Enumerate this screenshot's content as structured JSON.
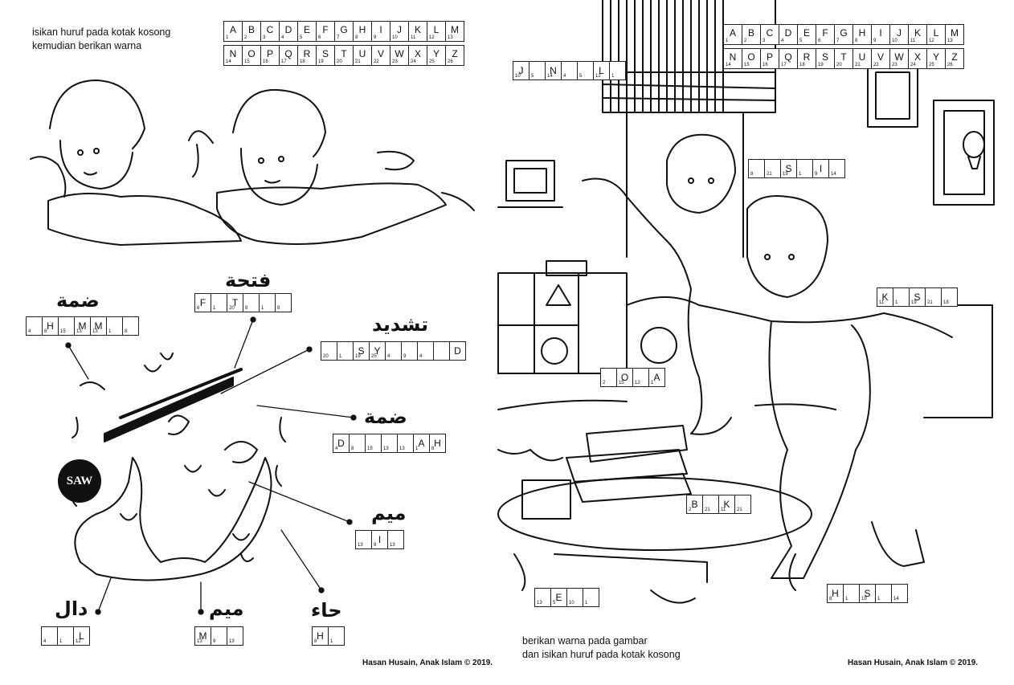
{
  "left": {
    "instruction": {
      "line1": "isikan huruf pada kotak kosong",
      "line2": "kemudian berikan warna"
    },
    "saw_badge": "SAW",
    "credit": "Hasan Husain, Anak Islam © 2019.",
    "labels": {
      "dammah_top": "ضمة",
      "fathah": "فتحة",
      "tasydid": "تشديد",
      "dammah_mid": "ضمة",
      "mim_right": "ميم",
      "dal": "دال",
      "mim_bottom": "ميم",
      "ha": "حاء"
    }
  },
  "right": {
    "instruction": {
      "line1": "berikan warna pada gambar",
      "line2": "dan isikan huruf pada kotak kosong"
    },
    "credit": "Hasan Husain, Anak Islam © 2019."
  },
  "key": {
    "row1": [
      {
        "l": "A",
        "n": "1"
      },
      {
        "l": "B",
        "n": "2"
      },
      {
        "l": "C",
        "n": "3"
      },
      {
        "l": "D",
        "n": "4"
      },
      {
        "l": "E",
        "n": "5"
      },
      {
        "l": "F",
        "n": "6"
      },
      {
        "l": "G",
        "n": "7"
      },
      {
        "l": "H",
        "n": "8"
      },
      {
        "l": "I",
        "n": "9"
      },
      {
        "l": "J",
        "n": "10"
      },
      {
        "l": "K",
        "n": "11"
      },
      {
        "l": "L",
        "n": "12"
      },
      {
        "l": "M",
        "n": "13"
      }
    ],
    "row2": [
      {
        "l": "N",
        "n": "14"
      },
      {
        "l": "O",
        "n": "15"
      },
      {
        "l": "P",
        "n": "16"
      },
      {
        "l": "Q",
        "n": "17"
      },
      {
        "l": "R",
        "n": "18"
      },
      {
        "l": "S",
        "n": "19"
      },
      {
        "l": "T",
        "n": "20"
      },
      {
        "l": "U",
        "n": "21"
      },
      {
        "l": "V",
        "n": "22"
      },
      {
        "l": "W",
        "n": "23"
      },
      {
        "l": "X",
        "n": "24"
      },
      {
        "l": "Y",
        "n": "25"
      },
      {
        "l": "Z",
        "n": "26"
      }
    ]
  },
  "puzzles": {
    "dammah_top": [
      {
        "l": "",
        "n": "4"
      },
      {
        "l": "H",
        "n": "8"
      },
      {
        "l": "",
        "n": "15"
      },
      {
        "l": "M",
        "n": "13"
      },
      {
        "l": "M",
        "n": "13"
      },
      {
        "l": "",
        "n": "1"
      },
      {
        "l": "",
        "n": "8"
      }
    ],
    "fathah": [
      {
        "l": "F",
        "n": "6"
      },
      {
        "l": "",
        "n": "1"
      },
      {
        "l": "T",
        "n": "20"
      },
      {
        "l": "",
        "n": "8"
      },
      {
        "l": "",
        "n": "1"
      },
      {
        "l": "",
        "n": "8"
      }
    ],
    "tasydid": [
      {
        "l": "",
        "n": "20"
      },
      {
        "l": "",
        "n": "1"
      },
      {
        "l": "S",
        "n": "19"
      },
      {
        "l": "Y",
        "n": "25"
      },
      {
        "l": "",
        "n": "4"
      },
      {
        "l": "",
        "n": "9"
      },
      {
        "l": "",
        "n": "4"
      },
      {
        "l": "",
        "n": ""
      },
      {
        "l": "D",
        "n": ""
      }
    ],
    "dammah_mid": [
      {
        "l": "D",
        "n": "4"
      },
      {
        "l": "",
        "n": "8"
      },
      {
        "l": "",
        "n": "15"
      },
      {
        "l": "",
        "n": "13"
      },
      {
        "l": "",
        "n": "13"
      },
      {
        "l": "A",
        "n": "1"
      },
      {
        "l": "H",
        "n": "8"
      }
    ],
    "mim_right": [
      {
        "l": "",
        "n": "13"
      },
      {
        "l": "I",
        "n": "9"
      },
      {
        "l": "",
        "n": "13"
      }
    ],
    "dal": [
      {
        "l": "",
        "n": "4"
      },
      {
        "l": "",
        "n": "1"
      },
      {
        "l": "L",
        "n": "12"
      }
    ],
    "mim_bottom": [
      {
        "l": "M",
        "n": "13"
      },
      {
        "l": "",
        "n": "9"
      },
      {
        "l": "",
        "n": "13"
      }
    ],
    "ha": [
      {
        "l": "H",
        "n": "8"
      },
      {
        "l": "",
        "n": "1"
      }
    ],
    "jendela": [
      {
        "l": "J",
        "n": "10"
      },
      {
        "l": "",
        "n": "5"
      },
      {
        "l": "N",
        "n": "14"
      },
      {
        "l": "",
        "n": "4"
      },
      {
        "l": "",
        "n": "5"
      },
      {
        "l": "L",
        "n": "12"
      },
      {
        "l": "",
        "n": "1"
      }
    ],
    "husain": [
      {
        "l": "",
        "n": "8"
      },
      {
        "l": "",
        "n": "21"
      },
      {
        "l": "S",
        "n": "19"
      },
      {
        "l": "",
        "n": "1"
      },
      {
        "l": "I",
        "n": "9"
      },
      {
        "l": "",
        "n": "14"
      }
    ],
    "kasur": [
      {
        "l": "K",
        "n": "11"
      },
      {
        "l": "",
        "n": "1"
      },
      {
        "l": "S",
        "n": "19"
      },
      {
        "l": "",
        "n": "21"
      },
      {
        "l": "",
        "n": "18"
      }
    ],
    "bola": [
      {
        "l": "",
        "n": "2"
      },
      {
        "l": "O",
        "n": "15"
      },
      {
        "l": "",
        "n": "12"
      },
      {
        "l": "A",
        "n": "1"
      }
    ],
    "buku": [
      {
        "l": "B",
        "n": "2"
      },
      {
        "l": "",
        "n": "21"
      },
      {
        "l": "K",
        "n": "11"
      },
      {
        "l": "",
        "n": "21"
      }
    ],
    "meja": [
      {
        "l": "",
        "n": "13"
      },
      {
        "l": "E",
        "n": "5"
      },
      {
        "l": "",
        "n": "10"
      },
      {
        "l": "",
        "n": "1"
      }
    ],
    "hasan": [
      {
        "l": "H",
        "n": "8"
      },
      {
        "l": "",
        "n": "1"
      },
      {
        "l": "S",
        "n": "19"
      },
      {
        "l": "",
        "n": "1"
      },
      {
        "l": "",
        "n": "14"
      }
    ]
  }
}
